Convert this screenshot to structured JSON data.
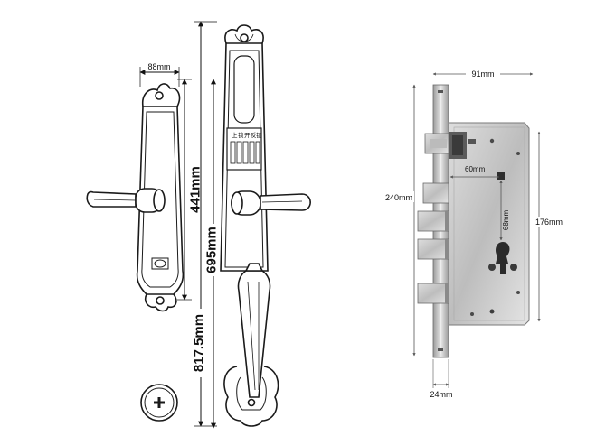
{
  "left_drawing": {
    "dim_width": "88mm",
    "dim_trim": "441mm",
    "dim_handle": "695mm",
    "dim_total": "817.5mm",
    "panel_text": [
      "上",
      "锁",
      "开",
      "反",
      "锁"
    ]
  },
  "mortise": {
    "dim_width": "91mm",
    "dim_height": "240mm",
    "dim_body": "176mm",
    "dim_backset": "60mm",
    "dim_center": "68mm",
    "dim_faceplate": "24mm"
  },
  "colors": {
    "line": "#1a1a1a",
    "steel": "#c9c9c9",
    "steel_dark": "#8e8e8e"
  }
}
